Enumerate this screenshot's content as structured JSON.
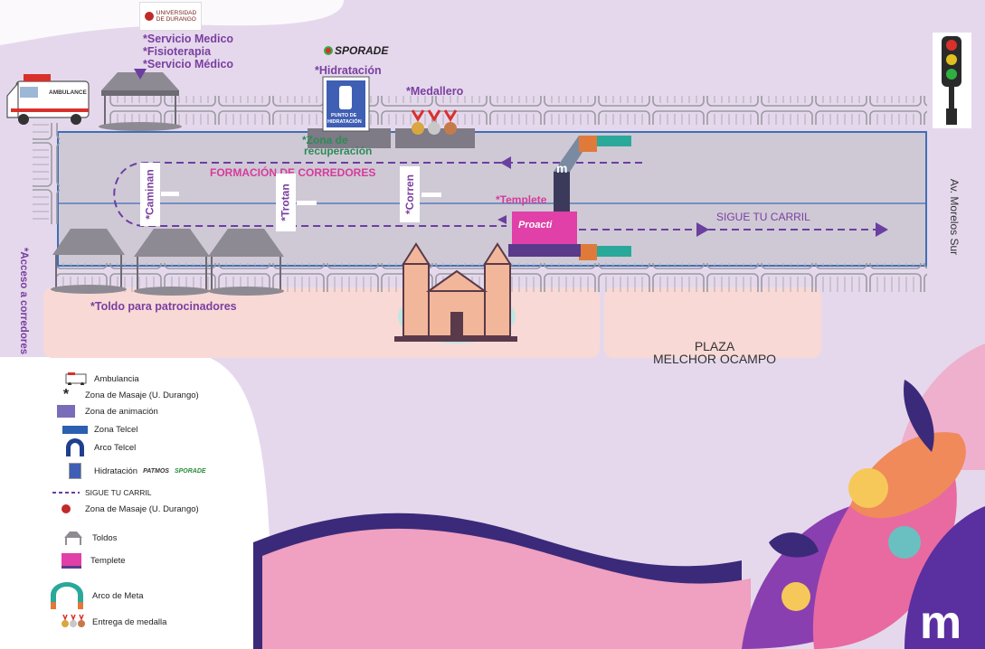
{
  "labels": {
    "servicio_medico": "*Servicio Medico",
    "fisioterapia": "*Fisioterapia",
    "servicio_medico_2": "*Servicio Médico",
    "hidratacion": "*Hidratación",
    "medallero": "*Medallero",
    "zona_recuperacion_1": "*Zona de",
    "zona_recuperacion_2": "recuperación",
    "formacion": "FORMACIÓN DE CORREDORES",
    "templete": "*Templete",
    "sigue_carril": "SIGUE TU CARRIL",
    "caminan": "*Caminan",
    "trotan": "*Trotan",
    "corren": "*Corren",
    "av_morelos": "Av. Morelos Sur",
    "acceso": "*Acceso a corredores",
    "toldo_patrocinadores": "*Toldo para patrocinadores",
    "plaza_1": "PLAZA",
    "plaza_2": "MELCHOR OCAMPO",
    "ambulance_text": "AMBULANCE",
    "punto_hidratacion_1": "PUNTO DE",
    "punto_hidratacion_2": "HIDRATACIÓN",
    "stage_text": "Proacti",
    "arch_text": "m"
  },
  "logos": {
    "universidad_1": "UNIVERSIDAD",
    "universidad_2": "DE DURANGO",
    "sporade": "SPORADE",
    "patmos": "PATMOS",
    "brand_mark": "m"
  },
  "legend": {
    "items": [
      {
        "label": "Ambulancia",
        "icon": "ambulance-icon"
      },
      {
        "label": "Zona de Masaje (U. Durango)",
        "icon": "asterisk-icon"
      },
      {
        "label": "Zona de animación",
        "icon": "purple-square-icon"
      },
      {
        "label": "Zona Telcel",
        "icon": "blue-bar-icon"
      },
      {
        "label": "Arco Telcel",
        "icon": "arch-icon"
      },
      {
        "label": "Hidratación",
        "icon": "hydration-icon"
      },
      {
        "label": "SIGUE TU CARRIL",
        "icon": "dashed-arrow-icon"
      },
      {
        "label": "Zona de Masaje (U. Durango)",
        "icon": "university-logo-icon"
      },
      {
        "label": "Toldos",
        "icon": "tent-icon"
      },
      {
        "label": "Templete",
        "icon": "stage-icon"
      },
      {
        "label": "Arco de Meta",
        "icon": "finish-arch-icon"
      },
      {
        "label": "Entrega de medalla",
        "icon": "medal-icon"
      }
    ]
  },
  "colors": {
    "background": "#e5d8ec",
    "street": "#cfc9d6",
    "street_border": "#3f6fb5",
    "purple_text": "#7a3fa0",
    "pink_text": "#d63b9a",
    "stage_pink": "#e040a8",
    "plaza_fill": "#f8d9d6",
    "wave_pink": "#f0a0c0",
    "wave_navy": "#3b2a7a"
  }
}
